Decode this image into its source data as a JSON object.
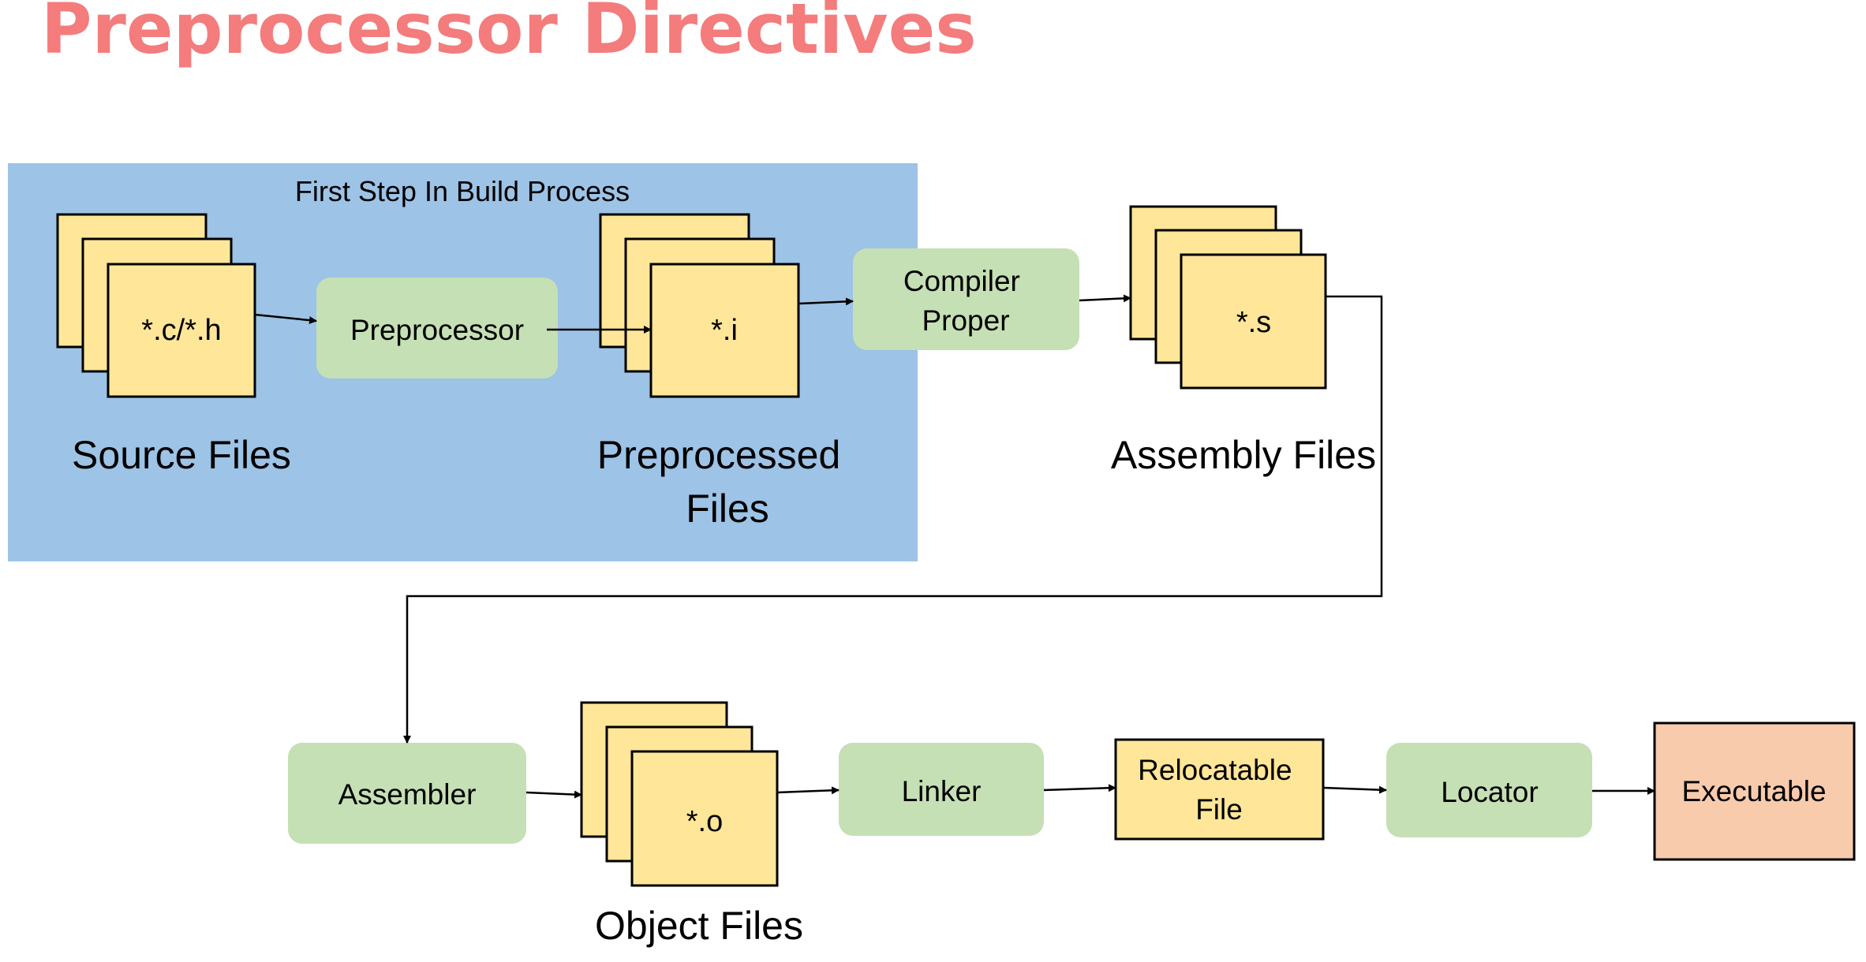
{
  "title": "Preprocessor Directives",
  "group": {
    "title": "First Step In Build Process"
  },
  "files": {
    "source": {
      "label": "*.c/*.h",
      "caption_lines": [
        "Source Files"
      ]
    },
    "preprocessed": {
      "label": "*.i",
      "caption_lines": [
        "Preprocessed",
        "Files"
      ]
    },
    "assembly": {
      "label": "*.s",
      "caption_lines": [
        "Assembly Files"
      ]
    },
    "object": {
      "label": "*.o",
      "caption_lines": [
        "Object Files"
      ]
    }
  },
  "processes": {
    "preprocessor": [
      "Preprocessor"
    ],
    "compiler": [
      "Compiler",
      "Proper"
    ],
    "assembler": [
      "Assembler"
    ],
    "linker": [
      "Linker"
    ],
    "locator": [
      "Locator"
    ]
  },
  "outputs": {
    "relocatable": [
      "Relocatable",
      "File"
    ],
    "executable": [
      "Executable"
    ]
  },
  "colors": {
    "title": "#f47c7c",
    "group_bg": "#9dc3e6",
    "file_fill": "#ffe699",
    "process_fill": "#c5e0b4",
    "executable_fill": "#f8cbad"
  }
}
